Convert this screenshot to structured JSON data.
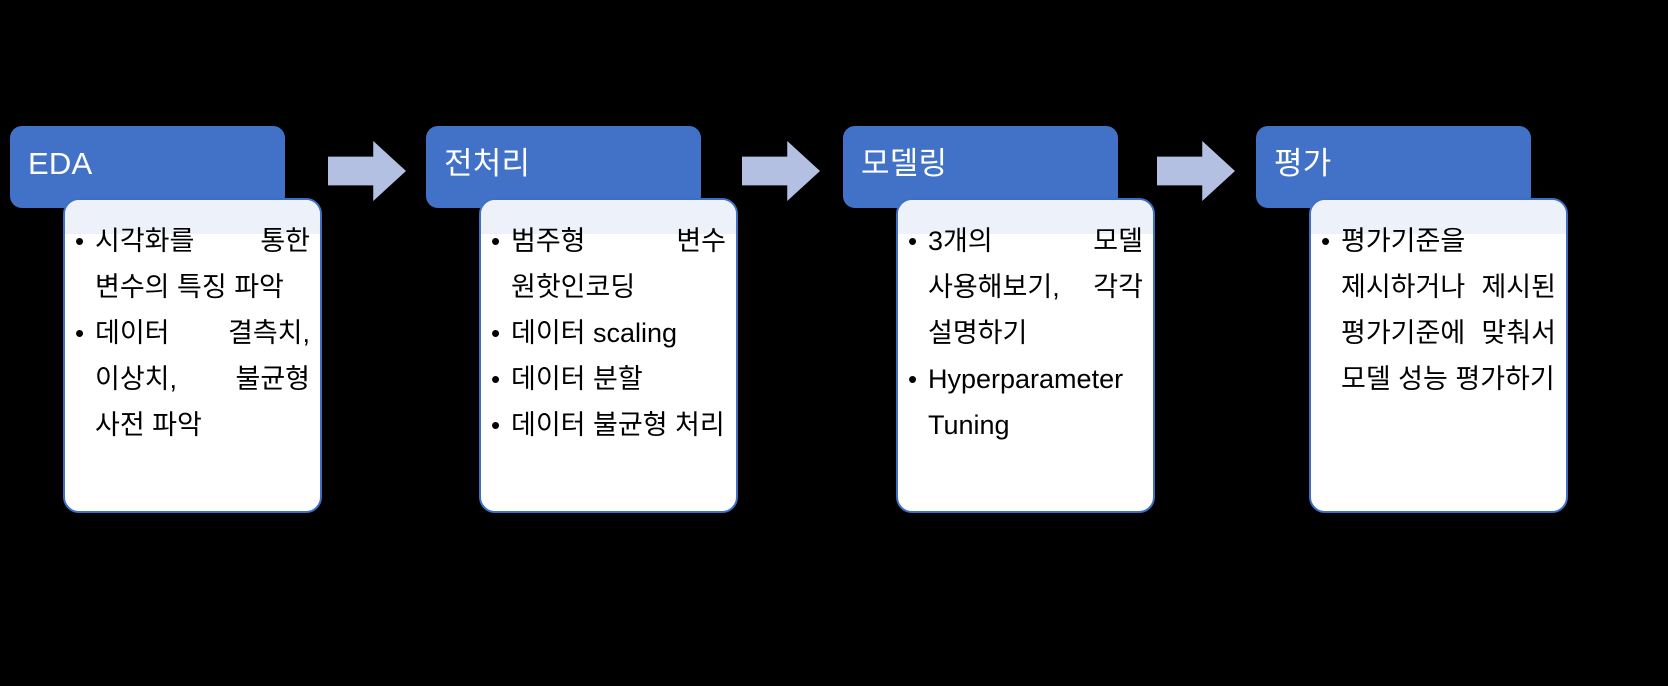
{
  "diagram": {
    "type": "process-flow",
    "orientation": "horizontal",
    "background_color": "#000000",
    "header_color": "#4272C8",
    "header_text_color": "#FFFFFF",
    "card_background_color": "#FFFFFF",
    "card_border_color": "#3F6FC4",
    "card_overlap_band_color": "#EDF1FA",
    "arrow_color": "#B3C0E2",
    "bullet_text_color": "#000000",
    "steps": [
      {
        "id": "eda",
        "label": "EDA",
        "bullets": [
          "시각화를 통한 변수의 특징 파악",
          "데이터 결측치, 이상치, 불균형 사전 파악"
        ]
      },
      {
        "id": "preprocessing",
        "label": "전처리",
        "bullets": [
          "범주형 변수 원핫인코딩",
          "데이터 scaling",
          "데이터 분할",
          "데이터 불균형 처리"
        ]
      },
      {
        "id": "modeling",
        "label": "모델링",
        "bullets": [
          "3개의 모델 사용해보기, 각각 설명하기",
          "Hyperparameter Tuning"
        ]
      },
      {
        "id": "evaluation",
        "label": "평가",
        "bullets": [
          "평가기준을 제시하거나 제시된 평가기준에 맞춰서 모델 성능 평가하기"
        ]
      }
    ],
    "arrows": [
      {
        "id": "arrow-eda-to-preprocessing",
        "glyph": "right-arrow"
      },
      {
        "id": "arrow-preprocessing-to-modeling",
        "glyph": "right-arrow"
      },
      {
        "id": "arrow-modeling-to-evaluation",
        "glyph": "right-arrow"
      }
    ]
  }
}
